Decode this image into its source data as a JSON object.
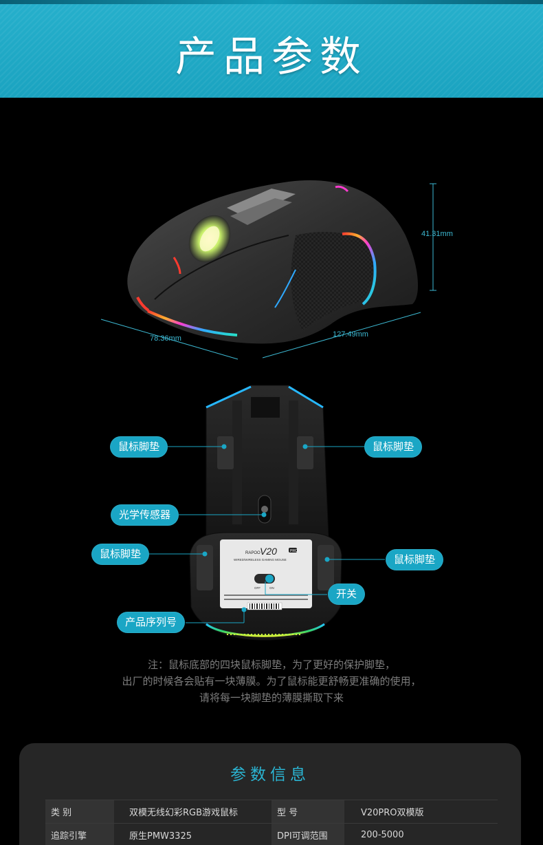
{
  "header": {
    "title": "产品参数"
  },
  "dimensions": {
    "height": "41.31mm",
    "width": "78.36mm",
    "length": "127.49mm"
  },
  "callouts": {
    "foot_pad_top_left": "鼠标脚垫",
    "foot_pad_top_right": "鼠标脚垫",
    "optical_sensor": "光学传感器",
    "foot_pad_bottom_left": "鼠标脚垫",
    "foot_pad_bottom_right": "鼠标脚垫",
    "switch": "开关",
    "serial_number": "产品序列号"
  },
  "mouse_label": {
    "brand": "RAPOO",
    "model": "V20",
    "pro_tag": "PRO",
    "subtitle": "WIRED/WIRELESS GAMING MOUSE",
    "off": "OFF",
    "on": "ON"
  },
  "note": {
    "line1": "注：鼠标底部的四块鼠标脚垫，为了更好的保护脚垫，",
    "line2": "出厂的时候各会贴有一块薄膜。为了鼠标能更舒畅更准确的使用，",
    "line3": "请将每一块脚垫的薄膜撕取下来"
  },
  "specs": {
    "title": "参数信息",
    "rows": [
      {
        "k1": "类    别",
        "v1": "双模无线幻彩RGB游戏鼠标",
        "k2": "型    号",
        "v2": "V20PRO双模版"
      },
      {
        "k1": "追踪引擎",
        "v1": "原生PMW3325",
        "k2": "DPI可调范围",
        "v2": "200-5000"
      }
    ]
  },
  "colors": {
    "accent": "#1aa6c5",
    "banner": "#1fa9c6",
    "panel": "#262626"
  }
}
